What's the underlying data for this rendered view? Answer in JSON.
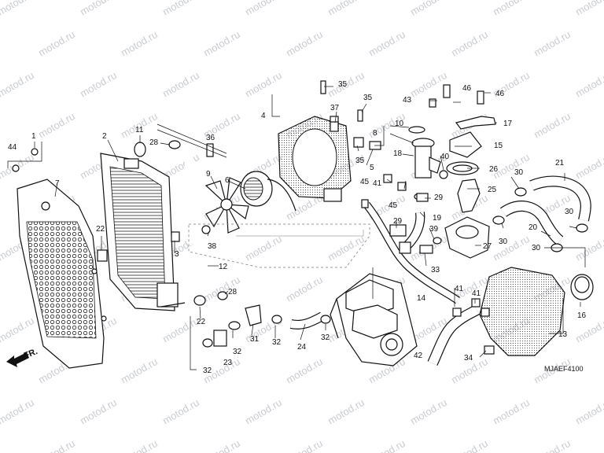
{
  "watermark": "motod.ru",
  "diagram_code": "MJAEF4100",
  "front_label": "FR.",
  "callouts": [
    {
      "id": "c1",
      "text": "1"
    },
    {
      "id": "c2",
      "text": "2"
    },
    {
      "id": "c3",
      "text": "3"
    },
    {
      "id": "c4",
      "text": "4"
    },
    {
      "id": "c5",
      "text": "5"
    },
    {
      "id": "c6",
      "text": "6"
    },
    {
      "id": "c7",
      "text": "7"
    },
    {
      "id": "c8",
      "text": "8"
    },
    {
      "id": "c9",
      "text": "9"
    },
    {
      "id": "c10",
      "text": "10"
    },
    {
      "id": "c11",
      "text": "11"
    },
    {
      "id": "c12",
      "text": "12"
    },
    {
      "id": "c13",
      "text": "13"
    },
    {
      "id": "c14",
      "text": "14"
    },
    {
      "id": "c15",
      "text": "15"
    },
    {
      "id": "c16",
      "text": "16"
    },
    {
      "id": "c17",
      "text": "17"
    },
    {
      "id": "c18",
      "text": "18"
    },
    {
      "id": "c19",
      "text": "19"
    },
    {
      "id": "c20",
      "text": "20"
    },
    {
      "id": "c21",
      "text": "21"
    },
    {
      "id": "c22a",
      "text": "22"
    },
    {
      "id": "c22b",
      "text": "22"
    },
    {
      "id": "c23",
      "text": "23"
    },
    {
      "id": "c24",
      "text": "24"
    },
    {
      "id": "c25",
      "text": "25"
    },
    {
      "id": "c26",
      "text": "26"
    },
    {
      "id": "c27",
      "text": "27"
    },
    {
      "id": "c28a",
      "text": "28"
    },
    {
      "id": "c28b",
      "text": "28"
    },
    {
      "id": "c29a",
      "text": "29"
    },
    {
      "id": "c29b",
      "text": "29"
    },
    {
      "id": "c30a",
      "text": "30"
    },
    {
      "id": "c30b",
      "text": "30"
    },
    {
      "id": "c30c",
      "text": "30"
    },
    {
      "id": "c30d",
      "text": "30"
    },
    {
      "id": "c31",
      "text": "31"
    },
    {
      "id": "c32a",
      "text": "32"
    },
    {
      "id": "c32b",
      "text": "32"
    },
    {
      "id": "c32c",
      "text": "32"
    },
    {
      "id": "c32d",
      "text": "32"
    },
    {
      "id": "c33",
      "text": "33"
    },
    {
      "id": "c34",
      "text": "34"
    },
    {
      "id": "c35a",
      "text": "35"
    },
    {
      "id": "c35b",
      "text": "35"
    },
    {
      "id": "c35c",
      "text": "35"
    },
    {
      "id": "c36",
      "text": "36"
    },
    {
      "id": "c37",
      "text": "37"
    },
    {
      "id": "c38",
      "text": "38"
    },
    {
      "id": "c39",
      "text": "39"
    },
    {
      "id": "c40",
      "text": "40"
    },
    {
      "id": "c41a",
      "text": "41"
    },
    {
      "id": "c41b",
      "text": "41"
    },
    {
      "id": "c41c",
      "text": "41"
    },
    {
      "id": "c42",
      "text": "42"
    },
    {
      "id": "c43",
      "text": "43"
    },
    {
      "id": "c44",
      "text": "44"
    },
    {
      "id": "c45a",
      "text": "45"
    },
    {
      "id": "c45b",
      "text": "45"
    },
    {
      "id": "c46a",
      "text": "46"
    },
    {
      "id": "c46b",
      "text": "46"
    }
  ]
}
